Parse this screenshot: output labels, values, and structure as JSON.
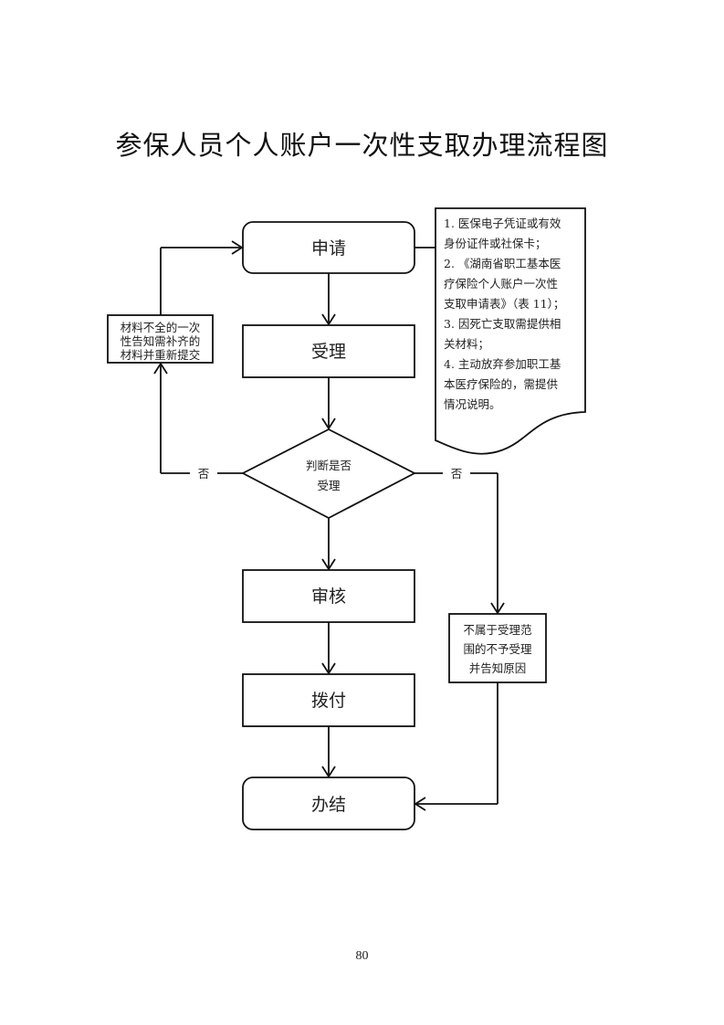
{
  "document": {
    "title": "参保人员个人账户一次性支取办理流程图",
    "page_number": "80"
  },
  "flowchart": {
    "nodes": {
      "apply": {
        "label": "申请",
        "shape": "rounded-rect"
      },
      "accept": {
        "label": "受理",
        "shape": "rect"
      },
      "decision": {
        "lines": [
          "判断是否",
          "受理"
        ],
        "shape": "diamond"
      },
      "review": {
        "label": "审核",
        "shape": "rect"
      },
      "payment": {
        "label": "拨付",
        "shape": "rect"
      },
      "complete": {
        "label": "办结",
        "shape": "rounded-rect"
      },
      "resubmit": {
        "lines": [
          "材料不全的一次",
          "性告知需补齐的",
          "材料并重新提交"
        ],
        "shape": "rect"
      },
      "reject": {
        "lines": [
          "不属于受理范",
          "围的不予受理",
          "并告知原因"
        ],
        "shape": "rect"
      },
      "requirements_note": {
        "shape": "document",
        "lines": [
          "1. 医保电子凭证或有效",
          "身份证件或社保卡；",
          "2. 《湖南省职工基本医",
          "疗保险个人账户一次性",
          "支取申请表》（表 11）；",
          "3. 因死亡支取需提供相",
          "关材料；",
          "4. 主动放弃参加职工基",
          "本医疗保险的，需提供",
          "情况说明。"
        ]
      }
    },
    "edge_labels": {
      "left_no": "否",
      "right_no": "否"
    },
    "edges": [
      {
        "from": "apply",
        "to": "accept"
      },
      {
        "from": "accept",
        "to": "decision"
      },
      {
        "from": "decision",
        "to": "review",
        "label": ""
      },
      {
        "from": "decision",
        "to": "resubmit",
        "label": "否"
      },
      {
        "from": "resubmit",
        "to": "apply"
      },
      {
        "from": "decision",
        "to": "reject",
        "label": "否"
      },
      {
        "from": "review",
        "to": "payment"
      },
      {
        "from": "payment",
        "to": "complete"
      },
      {
        "from": "reject",
        "to": "complete"
      },
      {
        "from": "apply",
        "to": "requirements_note",
        "type": "annotation"
      }
    ]
  }
}
